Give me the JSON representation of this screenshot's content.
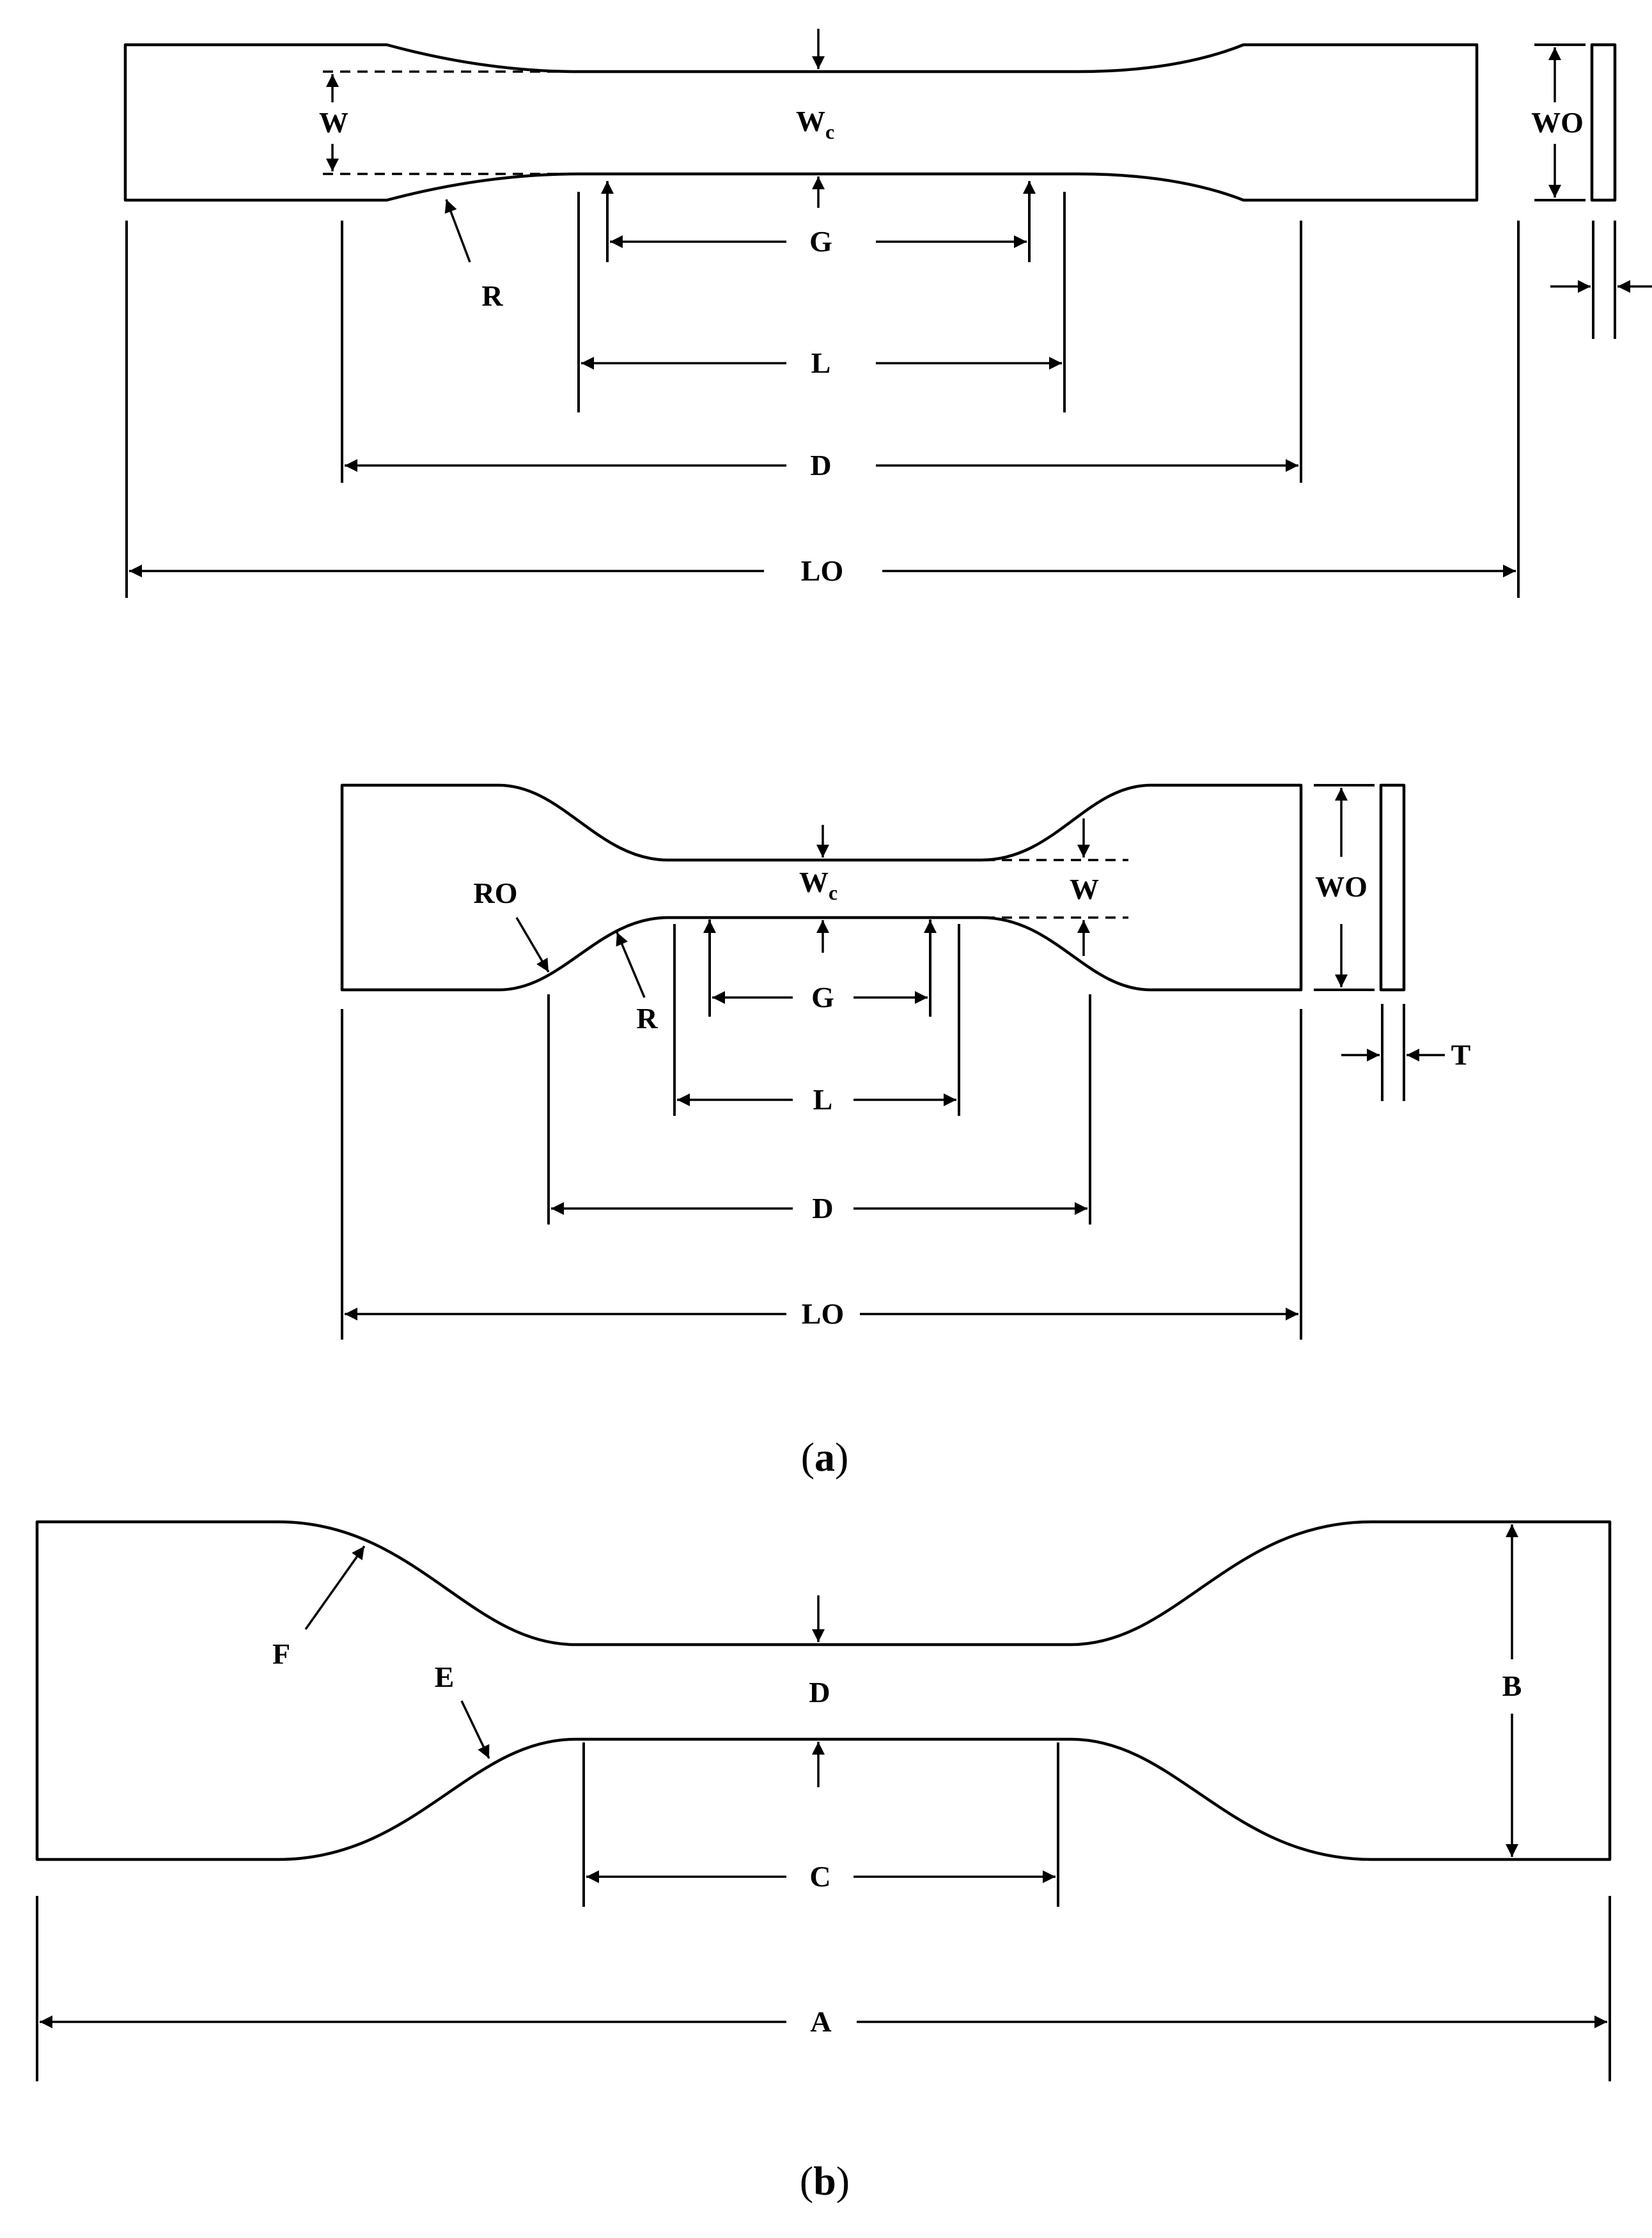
{
  "specimens": {
    "first": {
      "labels": {
        "w": "W",
        "wc_main": "W",
        "wc_sub": "c",
        "wo": "WO",
        "r": "R",
        "g": "G",
        "l": "L",
        "d": "D",
        "lo": "LO"
      }
    },
    "second": {
      "labels": {
        "ro": "RO",
        "wc_main": "W",
        "wc_sub": "c",
        "w": "W",
        "wo": "WO",
        "r": "R",
        "g": "G",
        "t": "T",
        "l": "L",
        "d": "D",
        "lo": "LO"
      }
    },
    "third": {
      "labels": {
        "f": "F",
        "e": "E",
        "d": "D",
        "b": "B",
        "c": "C",
        "a": "A"
      }
    }
  },
  "captions": {
    "a": {
      "open": "(",
      "letter": "a",
      "close": ")"
    },
    "b": {
      "open": "(",
      "letter": "b",
      "close": ")"
    }
  }
}
